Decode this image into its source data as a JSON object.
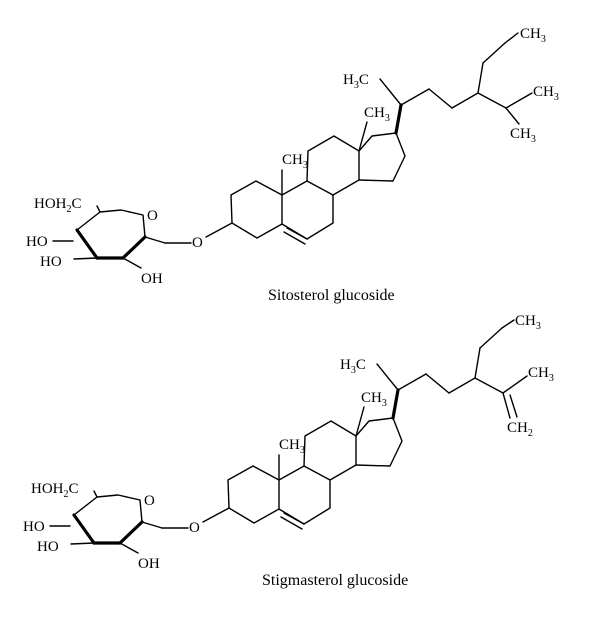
{
  "molecules": [
    {
      "caption": "Sitosterol glucoside",
      "labels": {
        "ethyl_ch3": {
          "main": "CH",
          "sub": "3"
        },
        "side_h3c": {
          "main": "H",
          "sub": "3",
          "tail": "C"
        },
        "isopropyl_ch3_a": {
          "main": "CH",
          "sub": "3"
        },
        "isopropyl_ch3_b": {
          "main": "CH",
          "sub": "3"
        },
        "angular_ch3_c13": {
          "main": "CH",
          "sub": "3"
        },
        "angular_ch3_c10": {
          "main": "CH",
          "sub": "3"
        },
        "sugar_hoh2c": {
          "main": "HOH",
          "sub": "2",
          "tail": "C"
        },
        "sugar_ho_1": "HO",
        "sugar_ho_2": "HO",
        "sugar_oh": "OH",
        "ring_o": "O",
        "glyco_o": "O"
      }
    },
    {
      "caption": "Stigmasterol glucoside",
      "labels": {
        "ethyl_ch3": {
          "main": "CH",
          "sub": "3"
        },
        "side_h3c": {
          "main": "H",
          "sub": "3",
          "tail": "C"
        },
        "isopropenyl_ch3": {
          "main": "CH",
          "sub": "3"
        },
        "isopropenyl_ch2": {
          "main": "CH",
          "sub": "2"
        },
        "angular_ch3_c13": {
          "main": "CH",
          "sub": "3"
        },
        "angular_ch3_c10": {
          "main": "CH",
          "sub": "3"
        },
        "sugar_hoh2c": {
          "main": "HOH",
          "sub": "2",
          "tail": "C"
        },
        "sugar_ho_1": "HO",
        "sugar_ho_2": "HO",
        "sugar_oh": "OH",
        "ring_o": "O",
        "glyco_o": "O"
      }
    }
  ]
}
